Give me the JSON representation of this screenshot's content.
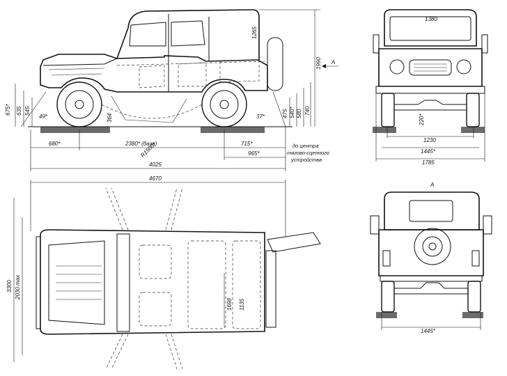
{
  "drawing": {
    "title": "UAZ-469 general dimensions"
  },
  "side_view": {
    "length_total": "4025",
    "wheelbase": "2380* (база)",
    "front_overhang": "680*",
    "rear_overhang": "715*",
    "hitch_length": "965*",
    "hitch_note": "до центра тягово-сцепного устройства",
    "height_total": "1990",
    "roof_height": "1265",
    "ground_clearance": "364",
    "front_bumper_top": "675*",
    "front_bumper_mid": "635",
    "front_bumper_low": "545",
    "rear_h1": "475",
    "rear_h2": "540*",
    "rear_h3": "580",
    "rear_h4": "740",
    "approach_angle": "49*",
    "departure_angle": "37*",
    "turn_radius": "R1500*",
    "view_marker": "A"
  },
  "front_view": {
    "top_label": "1380",
    "track": "1230",
    "width_wheels": "1445*",
    "width_total": "1785",
    "clearance": "220*"
  },
  "top_view": {
    "length_total": "4670",
    "width_mirrors": "3300",
    "width_open_doors": "2030 max",
    "interior_length": "1698",
    "cargo_length": "1135"
  },
  "rear_view": {
    "view_marker": "A",
    "track": "1445*"
  }
}
